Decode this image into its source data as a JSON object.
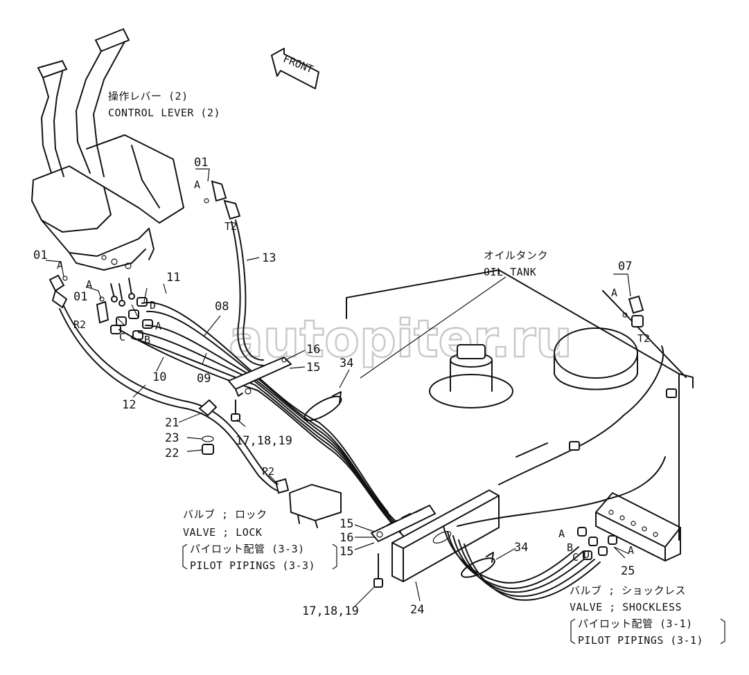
{
  "watermark": "autopiter.ru",
  "front_label": "FRONT",
  "captions": {
    "control_lever_jp": "操作レバー (2)",
    "control_lever_en": "CONTROL LEVER (2)",
    "oil_tank_jp": "オイルタンク",
    "oil_tank_en": "OIL TANK",
    "valve_lock_jp": "バルブ ; ロック",
    "valve_lock_en": "VALVE ; LOCK",
    "pilot_33_jp": "パイロット配管 (3-3)",
    "pilot_33_en": "PILOT PIPINGS (3-3)",
    "valve_shockless_jp": "バルブ ; ショックレス",
    "valve_shockless_en": "VALVE ; SHOCKLESS",
    "pilot_31_jp": "パイロット配管 (3-1)",
    "pilot_31_en": "PILOT PIPINGS (3-1)"
  },
  "callouts": {
    "c01_top": "01",
    "c01_left": "01",
    "c01_mid": "01",
    "c07": "07",
    "c08": "08",
    "c09": "09",
    "c10": "10",
    "c11": "11",
    "c12": "12",
    "c13": "13",
    "c15_a": "15",
    "c15_b": "15",
    "c15_c": "15",
    "c16_a": "16",
    "c16_b": "16",
    "c17_a": "17,18,19",
    "c17_b": "17,18,19",
    "c21": "21",
    "c22": "22",
    "c23": "23",
    "c24": "24",
    "c25": "25",
    "c34_a": "34",
    "c34_b": "34"
  },
  "ports": {
    "a_top": "A",
    "t2_top": "T2",
    "a_left": "A",
    "a_mid": "A",
    "d_lever": "D",
    "a_lever": "A",
    "b_lever": "B",
    "c_lever": "C",
    "r2": "R2",
    "p2": "P2",
    "a_tank": "A",
    "t2_tank": "T2",
    "a_valve": "A",
    "b_valve": "B",
    "c_valve": "C",
    "d_valve": "D",
    "a_valve2": "A"
  }
}
